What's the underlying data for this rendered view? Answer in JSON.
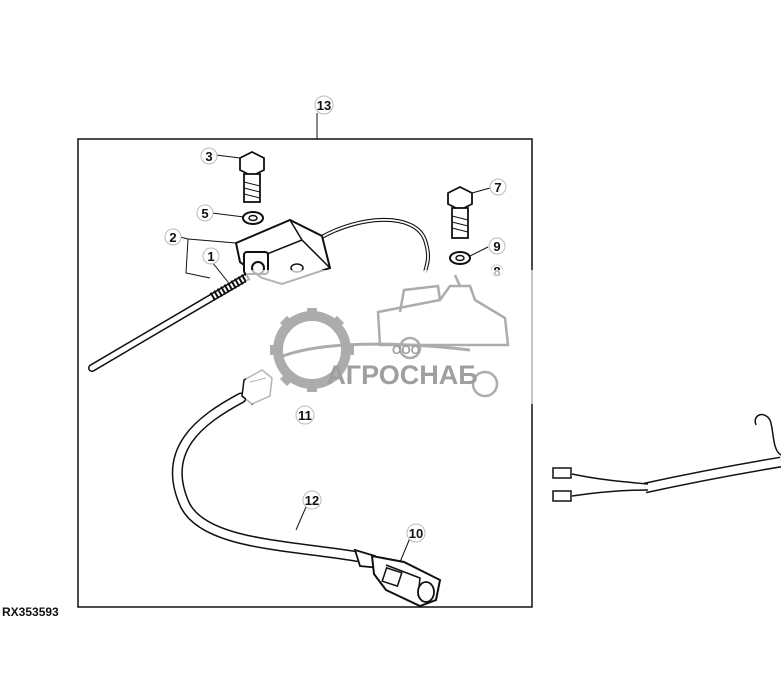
{
  "figure": {
    "reference_code": "RX353593"
  },
  "callouts": {
    "c1": "1",
    "c2": "2",
    "c3": "3",
    "c5": "5",
    "c7": "7",
    "c8": "8",
    "c9": "9",
    "c10": "10",
    "c11": "11",
    "c12": "12",
    "c13": "13"
  },
  "watermark": {
    "company_type": "ООО",
    "company_name": "АГРОСНАБ"
  },
  "colors": {
    "line": "#111111",
    "watermark_gray": "#9a9a9a",
    "background": "#ffffff"
  }
}
